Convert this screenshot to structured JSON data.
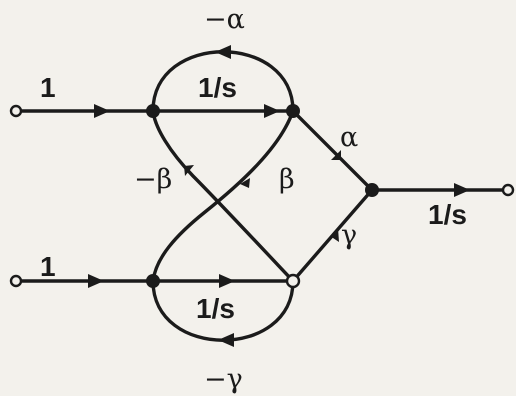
{
  "diagram": {
    "edges": [
      {
        "id": "in1",
        "label": "1"
      },
      {
        "id": "top-int",
        "label": "1/s"
      },
      {
        "id": "top-loop",
        "label": "−α"
      },
      {
        "id": "alpha-branch",
        "label": "α"
      },
      {
        "id": "cross-beta-neg",
        "label": "−β"
      },
      {
        "id": "cross-beta",
        "label": "β"
      },
      {
        "id": "in2",
        "label": "1"
      },
      {
        "id": "bot-int",
        "label": "1/s"
      },
      {
        "id": "bot-loop",
        "label": "−γ"
      },
      {
        "id": "gamma-branch",
        "label": "γ"
      },
      {
        "id": "out-int",
        "label": "1/s"
      }
    ]
  }
}
